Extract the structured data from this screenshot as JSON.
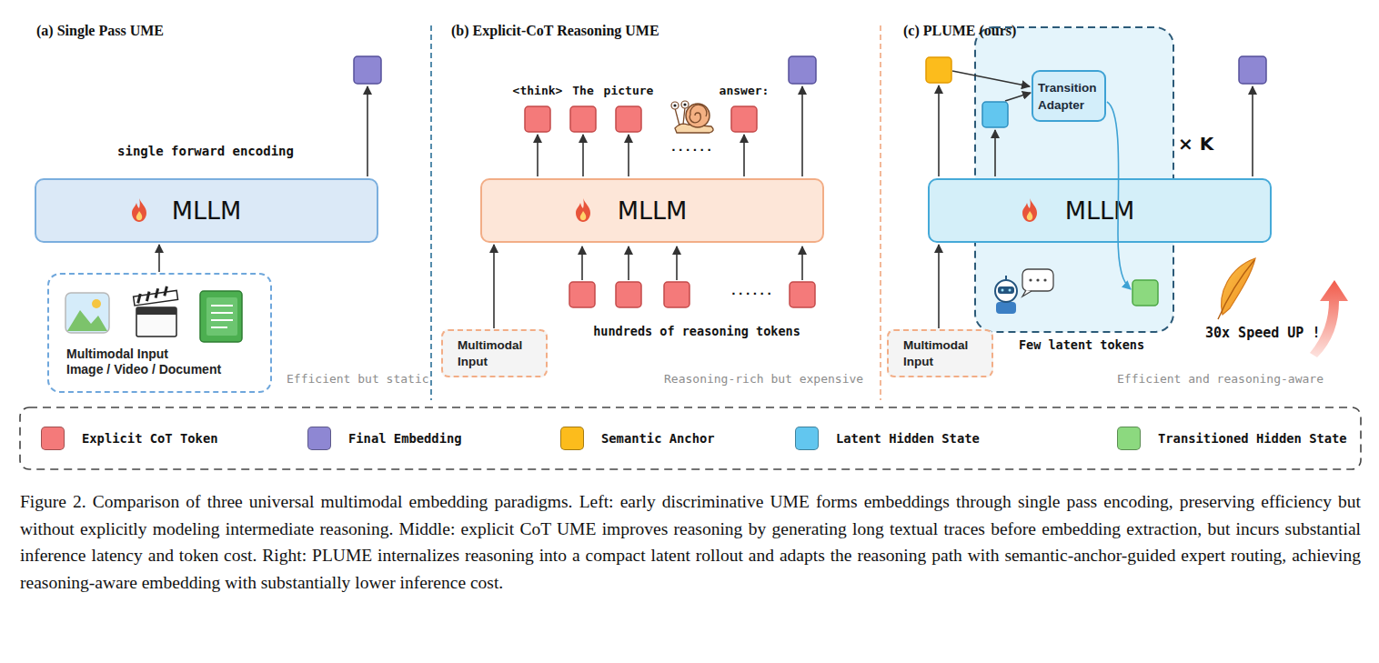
{
  "diagram": {
    "caption": "Figure 2. Comparison of three universal multimodal embedding paradigms. Left: early discriminative UME forms embeddings through single pass encoding, preserving efficiency but without explicitly modeling intermediate reasoning. Middle: explicit CoT UME improves reasoning by generating long textual traces before embedding extraction, but incurs substantial inference latency and token cost. Right: PLUME internalizes reasoning into a compact latent rollout and adapts the reasoning path with semantic-anchor-guided expert routing, achieving reasoning-aware embedding with substantially lower inference cost.",
    "nodes": [
      {
        "text": [
          "MLLM"
        ]
      },
      {
        "text": [
          "Multimodal Input",
          "Image / Video / Document"
        ]
      },
      {
        "text": [
          "MLLM"
        ]
      },
      {
        "text": [
          "Multimodal Input"
        ]
      },
      {
        "text": [
          "Transition Adapter"
        ]
      },
      {
        "text": [
          "MLLM"
        ]
      },
      {
        "text": [
          "Multimodal Input"
        ]
      }
    ],
    "edges": [
      {
        "from": 1,
        "to": 0,
        "arrow": "to"
      },
      {
        "from": 3,
        "to": 2,
        "arrow": "to"
      },
      {
        "from": 6,
        "to": 5,
        "arrow": "to"
      }
    ],
    "labels": [
      "(a) Single Pass UME",
      "single forward encoding",
      "Efficient but static",
      "(b) Explicit-CoT Reasoning UME",
      "<think>",
      "The",
      "picture",
      "answer:",
      "......",
      "......",
      "hundreds of reasoning tokens",
      "Reasoning-rich but expensive",
      "(c) PLUME (ours)",
      "× K",
      "Few latent tokens",
      "30x Speed UP !",
      "Efficient and reasoning-aware"
    ],
    "legend": [
      {
        "text": "Explicit CoT Token",
        "color": "#f47a7a"
      },
      {
        "text": "Final Embedding",
        "color": "#8e87d3"
      },
      {
        "text": "Semantic Anchor",
        "color": "#fcbc1c"
      },
      {
        "text": "Latent Hidden State",
        "color": "#62c6ef"
      },
      {
        "text": "Transitioned Hidden State",
        "color": "#8cd97f"
      }
    ]
  }
}
